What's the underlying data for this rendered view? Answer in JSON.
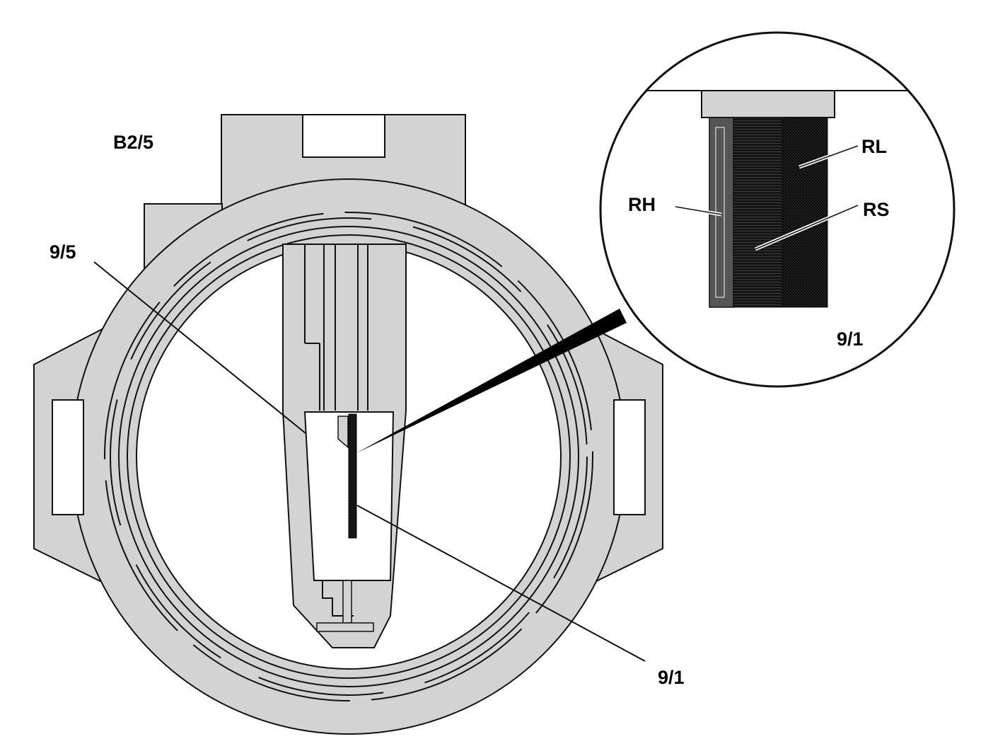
{
  "labels": {
    "component": "B2/5",
    "housing": "9/5",
    "sensor_element": "9/1",
    "inset_rl": "RL",
    "inset_rh": "RH",
    "inset_rs": "RS",
    "inset_sensor": "9/1"
  },
  "colors": {
    "housing_fill": "#d3d3d3",
    "outline": "#111111",
    "background": "#ffffff",
    "element_dark": "#1a1a1a",
    "element_mid": "#555555"
  }
}
